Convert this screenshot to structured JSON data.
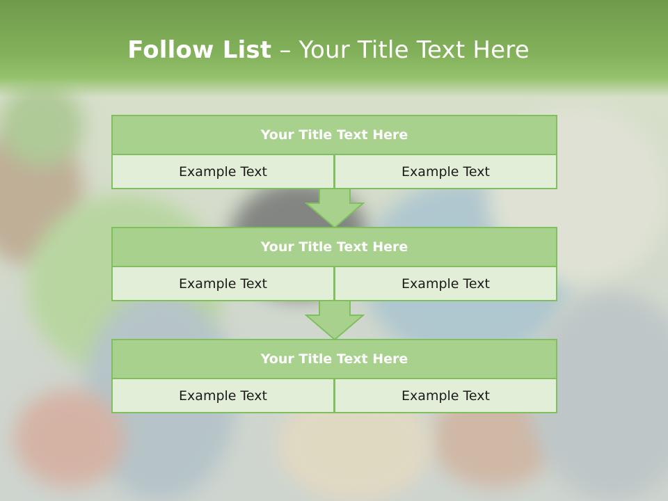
{
  "title": {
    "bold": "Follow List",
    "rest": " – Your Title Text Here"
  },
  "steps": [
    {
      "title": "Your Title Text Here",
      "left": "Example Text",
      "right": "Example Text"
    },
    {
      "title": "Your Title Text Here",
      "left": "Example Text",
      "right": "Example Text"
    },
    {
      "title": "Your Title Text Here",
      "left": "Example Text",
      "right": "Example Text"
    }
  ],
  "colors": {
    "header": "#83b15a",
    "box_title": "#a9d18e",
    "box_border": "#7fbf5d",
    "cell": "#e2eed8"
  },
  "icons": [
    "down-arrow-icon",
    "down-arrow-icon"
  ]
}
